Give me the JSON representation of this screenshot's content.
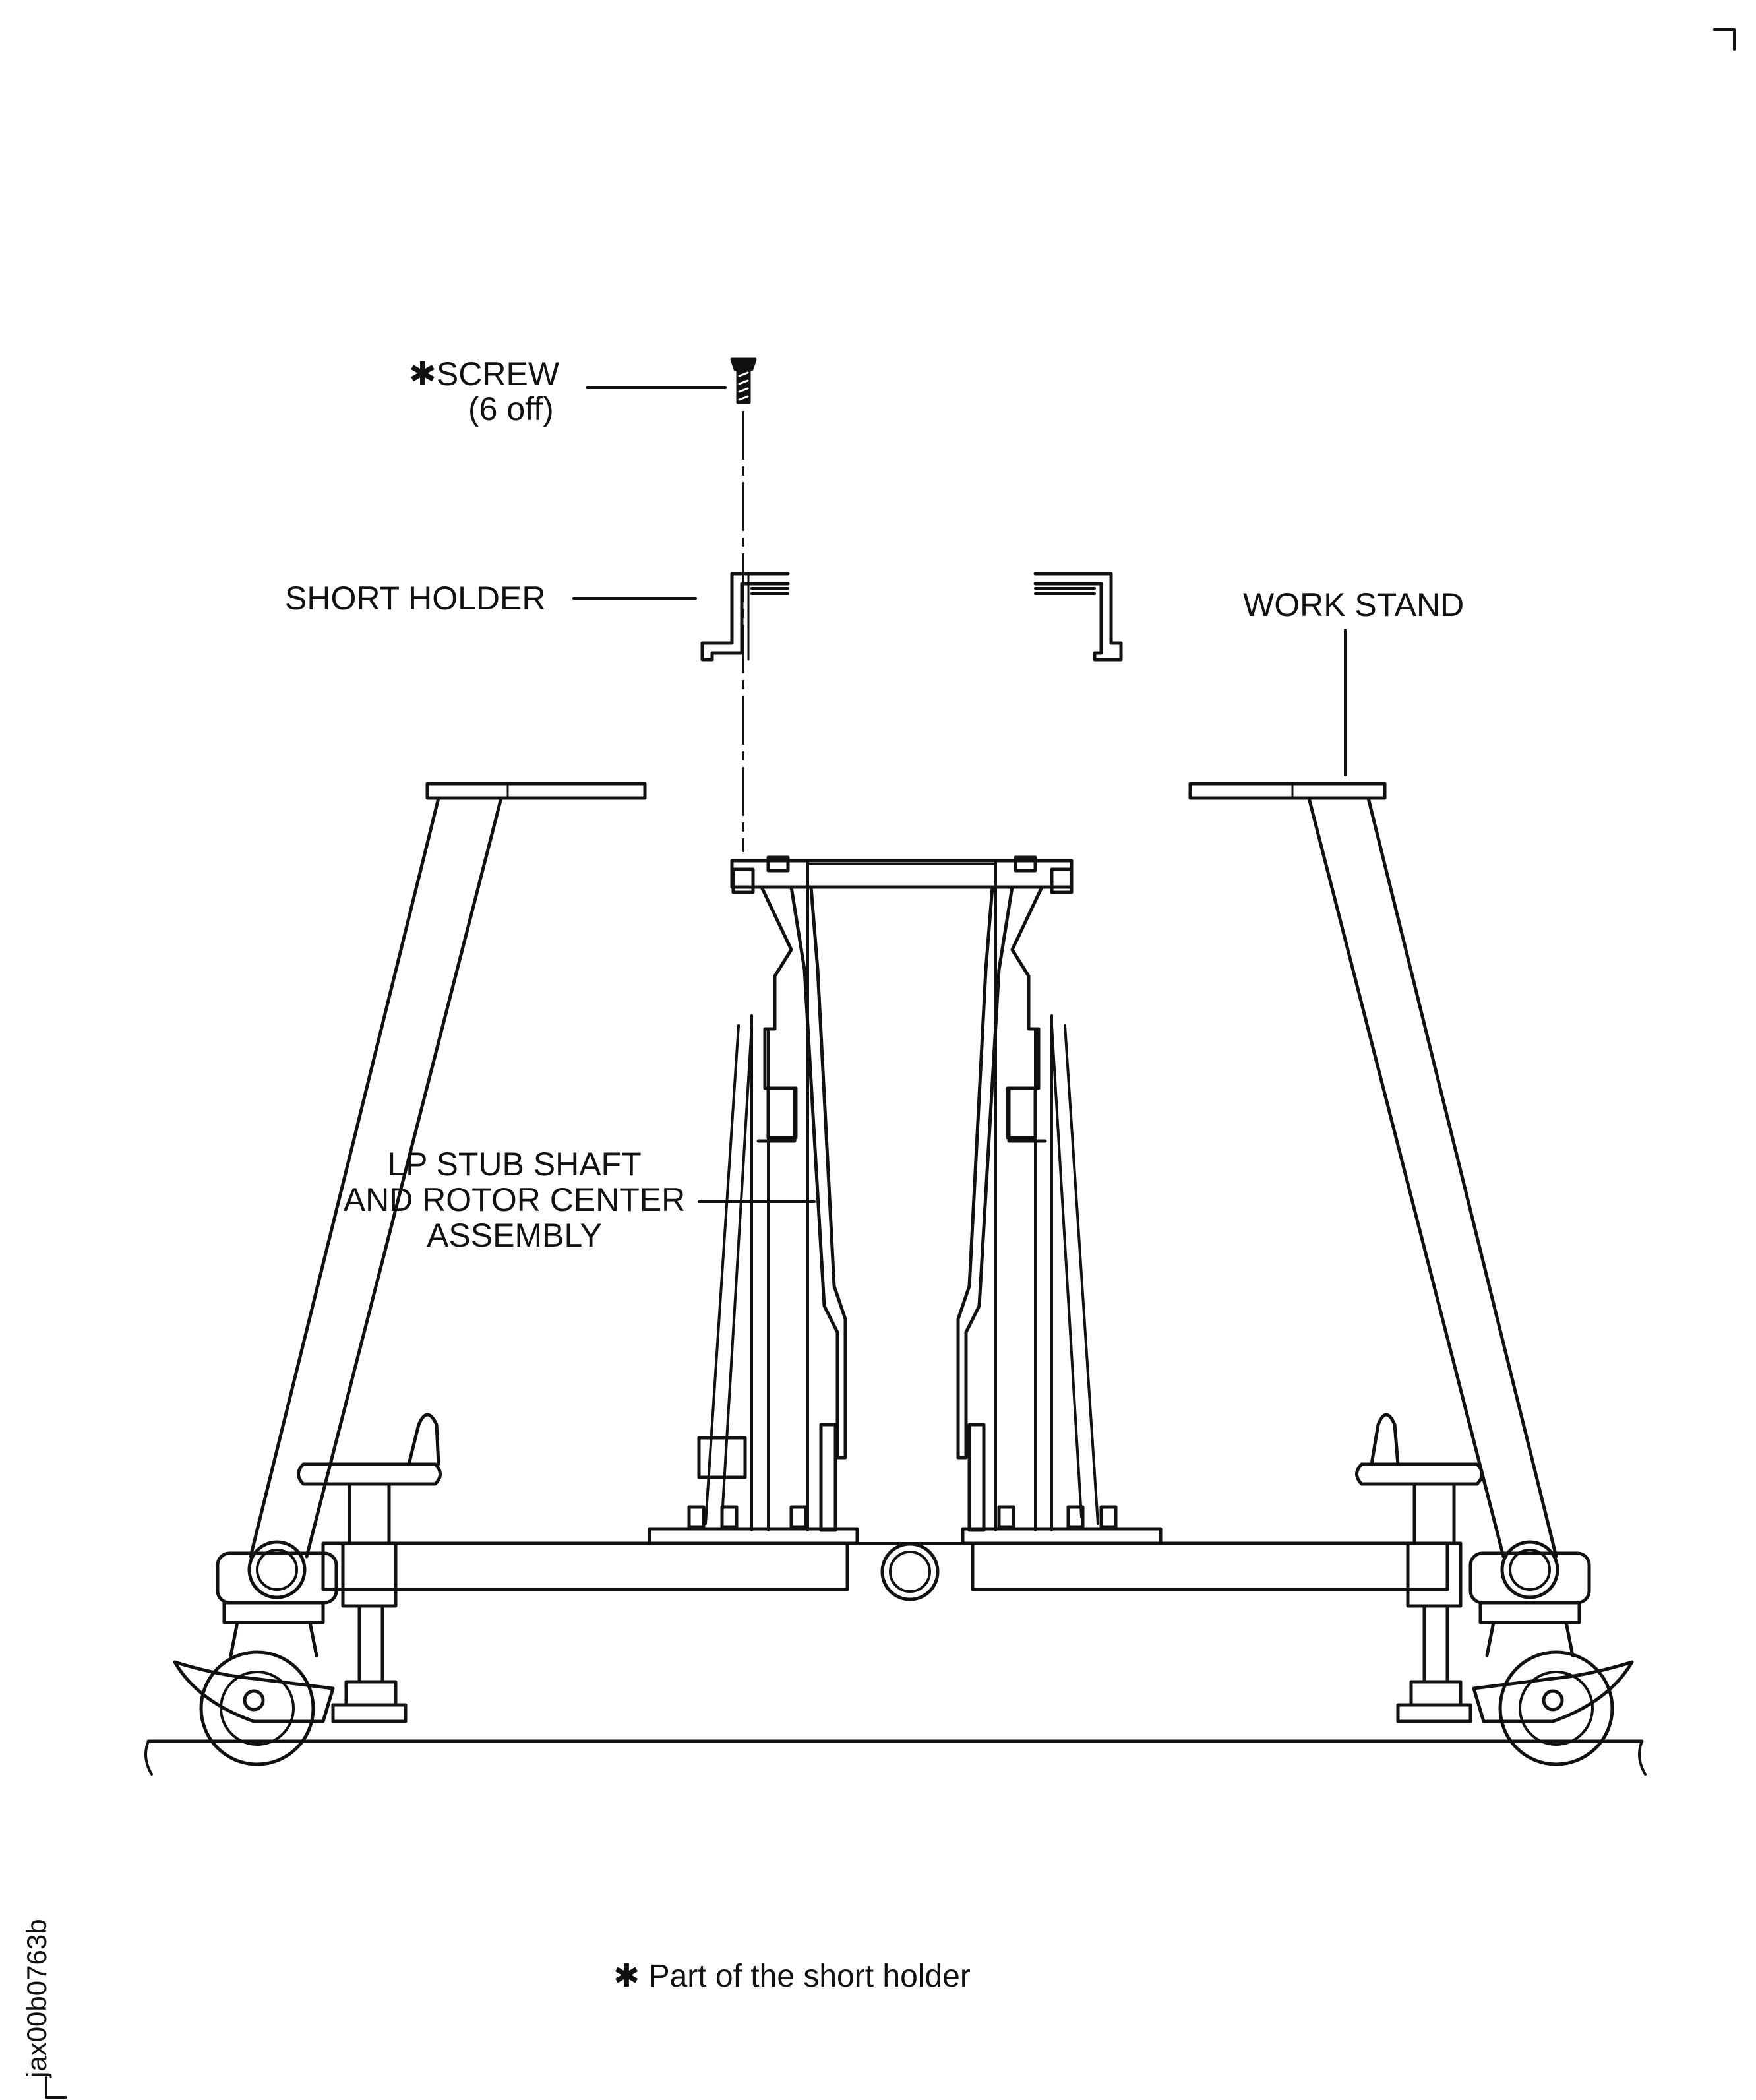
{
  "labels": {
    "screw": "SCREW",
    "screw_qty": "(6 off)",
    "short_holder": "SHORT HOLDER",
    "work_stand": "WORK STAND",
    "lp_stub_line1": "LP STUB SHAFT",
    "lp_stub_line2": "AND ROTOR CENTER",
    "lp_stub_line3": "ASSEMBLY"
  },
  "note": {
    "asterisk": "✱",
    "text": "Part of the short holder"
  },
  "figure_id": "jax00b0763b",
  "colors": {
    "ink": "#111111",
    "background": "#ffffff"
  }
}
